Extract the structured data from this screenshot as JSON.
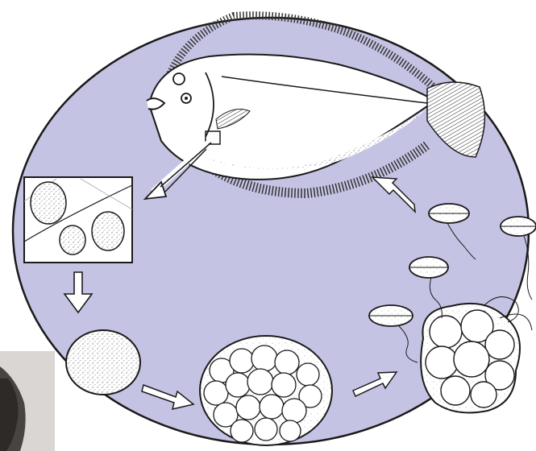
{
  "diagram": {
    "background_color": "#c5c3e3",
    "outline_color": "#1a1a1a",
    "stages": [
      {
        "name": "adult-flatfish"
      },
      {
        "name": "skin-parasites-inset"
      },
      {
        "name": "single-cyst"
      },
      {
        "name": "dividing-cyst"
      },
      {
        "name": "mature-cyst-releasing-swarmers"
      },
      {
        "name": "free-swarmers"
      }
    ]
  }
}
